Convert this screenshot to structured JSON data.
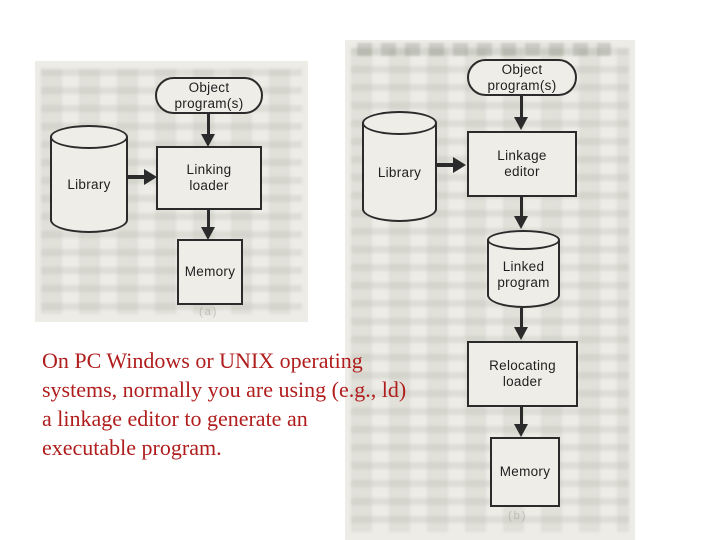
{
  "colors": {
    "note_red": "#b01d1d",
    "scan_background": "#edece7",
    "diagram_line": "#2b2b2b"
  },
  "note": {
    "lines": [
      "On PC Windows or UNIX operating",
      "systems, normally you are using (e.g., ld)",
      "a linkage editor to generate an",
      "executable program."
    ]
  },
  "figure_a": {
    "object_programs": "Object program(s)",
    "library": "Library",
    "linking_loader": "Linking loader",
    "memory": "Memory",
    "caption": "(a)"
  },
  "figure_b": {
    "object_programs": "Object program(s)",
    "library": "Library",
    "linkage_editor": "Linkage editor",
    "linked_program": "Linked program",
    "relocating_loader": "Relocating loader",
    "memory": "Memory",
    "caption": "(b)"
  }
}
